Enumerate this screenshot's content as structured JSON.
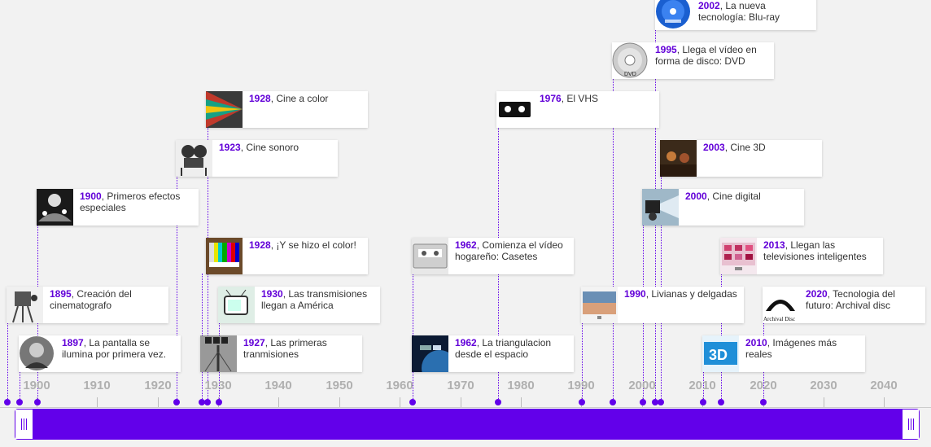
{
  "colors": {
    "accent": "#6200ea",
    "background": "#f2f2f2"
  },
  "axis": {
    "ticks": [
      "1900",
      "1910",
      "1920",
      "1930",
      "1940",
      "1950",
      "1960",
      "1970",
      "1980",
      "1990",
      "2000",
      "2010",
      "2020",
      "2030",
      "2040"
    ]
  },
  "events": [
    {
      "year": "2002",
      "title": ", La nueva tecnología: Blu-ray",
      "icon": "blu-ray-disc-icon"
    },
    {
      "year": "1995",
      "title": ", Llega el vídeo en forma de disco: DVD",
      "icon": "dvd-disc-icon"
    },
    {
      "year": "1928",
      "title": ", Cine a color",
      "icon": "color-film-thumbnail"
    },
    {
      "year": "1976",
      "title": ", El VHS",
      "icon": "vhs-tape-icon"
    },
    {
      "year": "1923",
      "title": ", Cine sonoro",
      "icon": "sound-cinema-thumbnail"
    },
    {
      "year": "2003",
      "title": ", Cine 3D",
      "icon": "3d-cinema-thumbnail"
    },
    {
      "year": "1900",
      "title": ", Primeros efectos especiales",
      "icon": "special-effects-thumbnail"
    },
    {
      "year": "2000",
      "title": ", Cine digital",
      "icon": "digital-projector-thumbnail"
    },
    {
      "year": "1928",
      "title": ", ¡Y se hizo el color!",
      "icon": "color-test-pattern-thumbnail"
    },
    {
      "year": "1962",
      "title": ", Comienza el vídeo hogareño: Casetes",
      "icon": "cassette-thumbnail"
    },
    {
      "year": "2013",
      "title": ", Llegan las televisiones inteligentes",
      "icon": "smart-tv-thumbnail"
    },
    {
      "year": "1895",
      "title": ", Creación del cinematografo",
      "icon": "cinematograph-thumbnail"
    },
    {
      "year": "1930",
      "title": ", Las transmisiones llegan a América",
      "icon": "tv-set-thumbnail"
    },
    {
      "year": "1990",
      "title": ", Livianas y delgadas",
      "icon": "flat-tv-thumbnail"
    },
    {
      "year": "2020",
      "title": ", Tecnologia del futuro: Archival disc",
      "icon": "archival-disc-logo"
    },
    {
      "year": "1897",
      "title": ", La pantalla se ilumina por primera vez.",
      "icon": "portrait-thumbnail"
    },
    {
      "year": "1927",
      "title": ", Las primeras tranmisiones",
      "icon": "bbc-broadcast-thumbnail"
    },
    {
      "year": "1962",
      "title": ", La triangulacion desde el espacio",
      "icon": "satellite-thumbnail"
    },
    {
      "year": "2010",
      "title": ", Imágenes más reales",
      "icon": "3d-tv-thumbnail"
    }
  ],
  "archival_logo_text": "Archival Disc"
}
